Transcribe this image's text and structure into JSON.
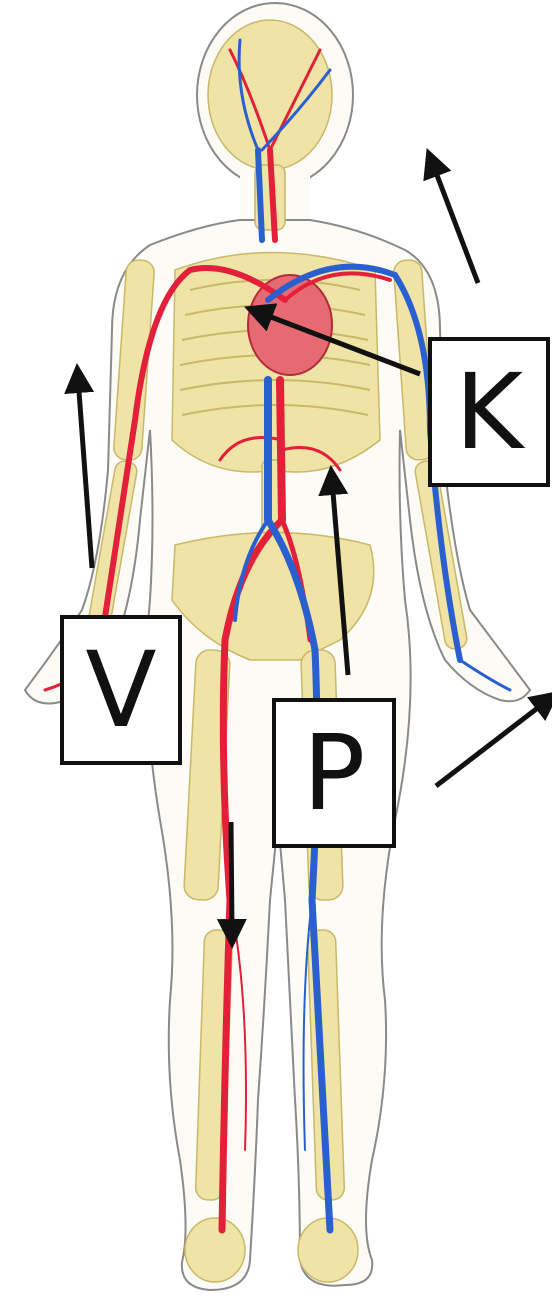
{
  "labels": {
    "k": "K",
    "v": "V",
    "p": "P"
  },
  "colors": {
    "artery": "#e3203a",
    "vein": "#2a5fd0",
    "bone": "#efe3a6",
    "skin_outline": "#8a8a8a",
    "arrow": "#111111"
  }
}
